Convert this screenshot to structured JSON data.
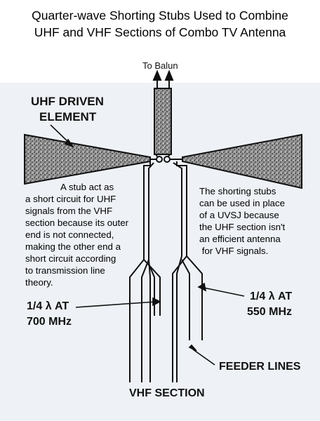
{
  "title": {
    "line1": "Quarter-wave Shorting Stubs Used to Combine",
    "line2": "UHF and VHF Sections of Combo TV Antenna"
  },
  "labels": {
    "to_balun": "To Balun",
    "uhf_driven_line1": "UHF DRIVEN",
    "uhf_driven_line2": "ELEMENT",
    "left_stub_line1": "1/4 λ AT",
    "left_stub_line2": "700 MHz",
    "right_stub_line1": "1/4 λ AT",
    "right_stub_line2": "550 MHz",
    "feeder_lines": "FEEDER LINES",
    "vhf_section": "VHF SECTION"
  },
  "notes": {
    "left": [
      "A stub act as",
      "a short circuit for UHF",
      "signals from the VHF",
      "section because its outer",
      "end is not connected,",
      "making the other end a",
      "short circuit according",
      "to transmission line",
      "theory."
    ],
    "right": [
      "The shorting stubs",
      "can be used in place",
      "of a UVSJ because",
      "the UHF section isn't",
      "an efficient antenna",
      " for VHF signals."
    ]
  },
  "colors": {
    "background": "#eef1f6",
    "ink": "#111111"
  }
}
